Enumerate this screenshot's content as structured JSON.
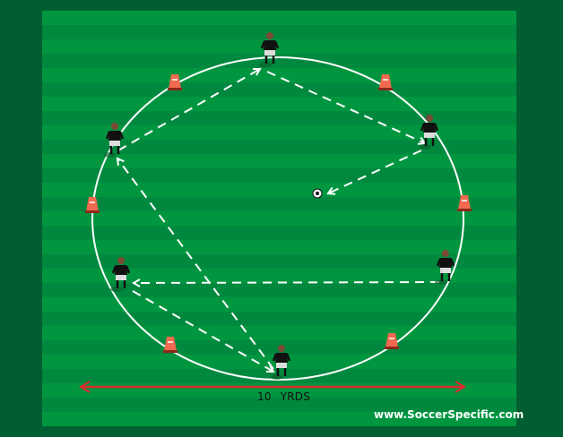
{
  "diagram": {
    "distance_value": "10",
    "distance_unit": "YRDS",
    "watermark": "www.SoccerSpecific.com",
    "colors": {
      "field_light": "#009640",
      "field_dark": "#00893e",
      "border": "#005e30",
      "line": "#ffffff",
      "measure": "#e0282e",
      "cone": "#f26a4f"
    },
    "players": 6,
    "cones": 6,
    "ball": "soccer-ball-icon"
  }
}
